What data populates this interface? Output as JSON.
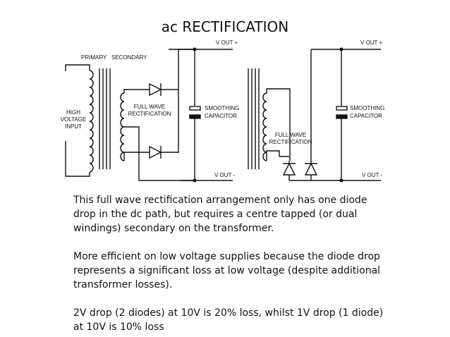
{
  "title": "ac RECTIFICATION",
  "diagram": {
    "left": {
      "primary_label": "PRIMARY",
      "secondary_label": "SECONDARY",
      "input_label": [
        "HIGH",
        "VOLTAGE",
        "INPUT"
      ],
      "rectifier_label": [
        "FULL WAVE",
        "RECTIFICATION"
      ],
      "capacitor_label": [
        "SMOOTHING",
        "CAPACITOR"
      ],
      "vout_plus": "V OUT +",
      "vout_minus": "V OUT -"
    },
    "right": {
      "rectifier_label": [
        "FULL WAVE",
        "RECTIFICATION"
      ],
      "capacitor_label": [
        "SMOOTHING",
        "CAPACITOR"
      ],
      "vout_plus": "V OUT +",
      "vout_minus": "V OUT -"
    }
  },
  "paragraphs": [
    "This full wave rectification arrangement only has one diode drop in the dc path, but requires a centre tapped (or dual windings) secondary on the transformer.",
    "More efficient on low voltage supplies because the diode drop represents a significant loss at low voltage (despite additional transformer losses).",
    "2V drop (2 diodes) at 10V is 20% loss, whilst 1V drop (1 diode) at 10V is 10% loss"
  ]
}
